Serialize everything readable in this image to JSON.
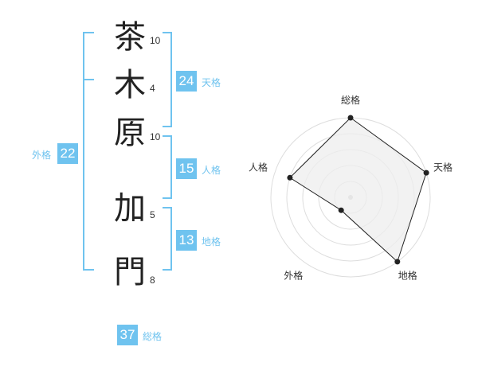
{
  "name_chars": [
    {
      "char": "茶",
      "strokes": "10"
    },
    {
      "char": "木",
      "strokes": "4"
    },
    {
      "char": "原",
      "strokes": "10"
    },
    {
      "char": "加",
      "strokes": "5"
    },
    {
      "char": "門",
      "strokes": "8"
    }
  ],
  "fortunes": {
    "tenkaku": {
      "value": "24",
      "label": "天格"
    },
    "jinkaku": {
      "value": "15",
      "label": "人格"
    },
    "chikaku": {
      "value": "13",
      "label": "地格"
    },
    "gaikaku": {
      "value": "22",
      "label": "外格"
    },
    "soukaku": {
      "value": "37",
      "label": "総格"
    }
  },
  "colors": {
    "accent": "#6fc3ef",
    "radar_fill": "#eeeeee",
    "radar_line": "#222222",
    "grid": "#dddddd"
  },
  "chart_data": {
    "type": "radar",
    "axes": [
      "総格",
      "天格",
      "地格",
      "外格",
      "人格"
    ],
    "values": [
      5,
      5,
      5,
      1,
      4
    ],
    "max": 5
  }
}
